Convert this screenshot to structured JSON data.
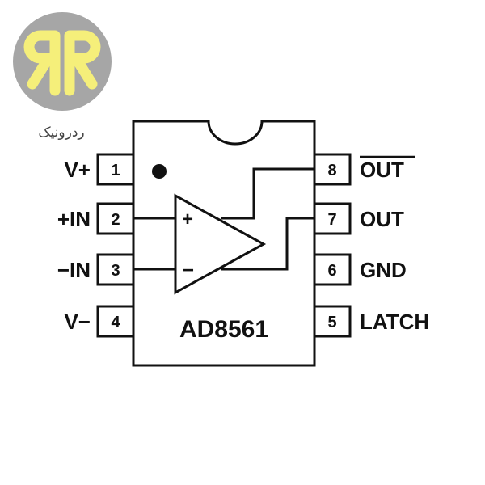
{
  "logo": {
    "letters": "RR",
    "brand_text": "ردرونیک",
    "circle_color": "#a6a6a6",
    "letter_color": "#f5ef7a"
  },
  "chip": {
    "part_number": "AD8561",
    "pins": [
      {
        "number": "1",
        "label": "V+"
      },
      {
        "number": "2",
        "label": "+IN"
      },
      {
        "number": "3",
        "label": "−IN"
      },
      {
        "number": "4",
        "label": "V−"
      },
      {
        "number": "5",
        "label": "LATCH"
      },
      {
        "number": "6",
        "label": "GND"
      },
      {
        "number": "7",
        "label": "OUT"
      },
      {
        "number": "8",
        "label": "OUT"
      }
    ],
    "comparator_inputs": {
      "plus": "+",
      "minus": "−"
    }
  },
  "colors": {
    "line": "#111111",
    "background": "#ffffff"
  }
}
